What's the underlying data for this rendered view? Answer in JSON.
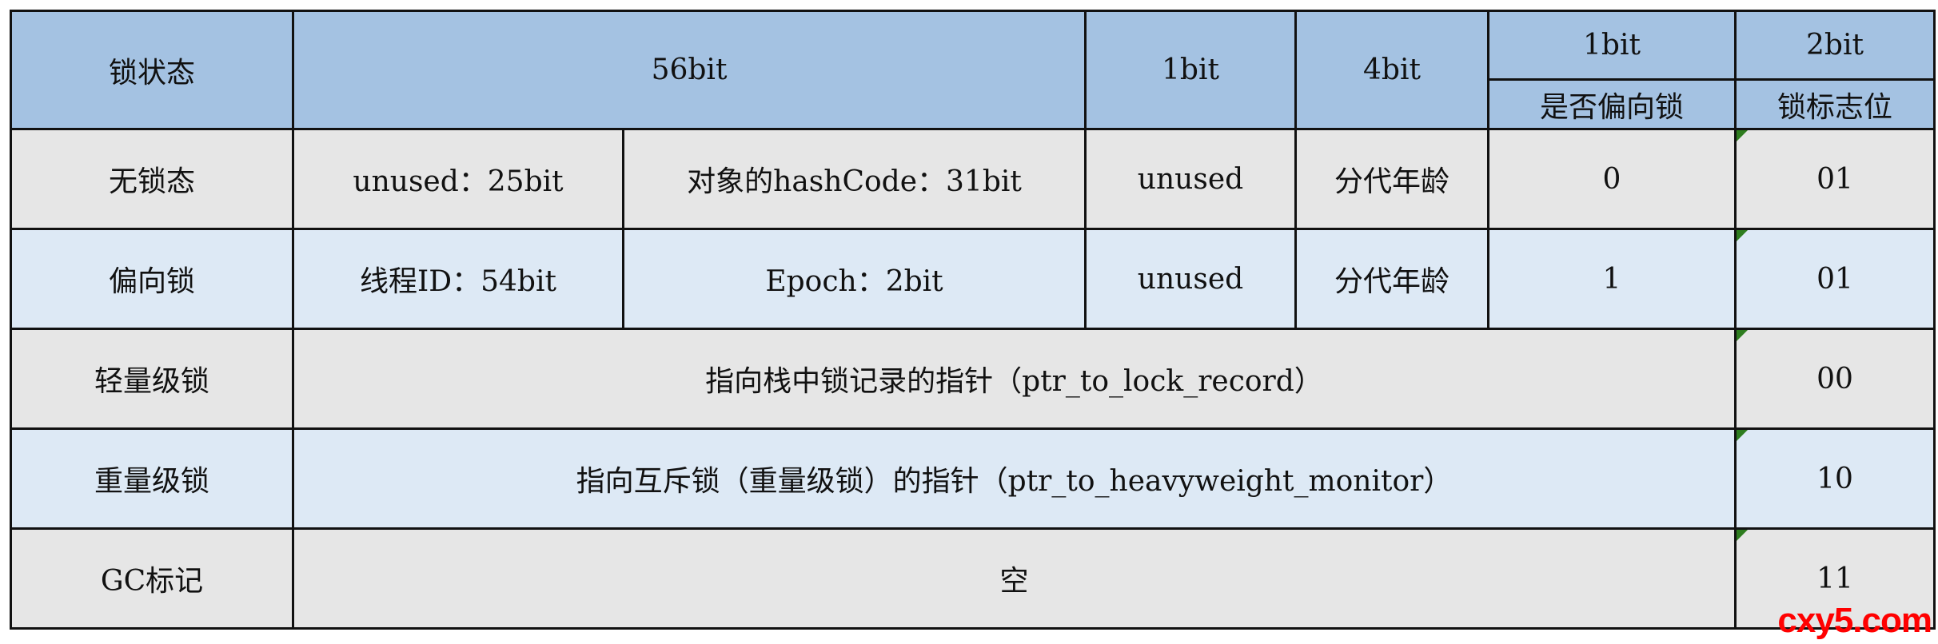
{
  "header": {
    "lock_state": "锁状态",
    "bits56": "56bit",
    "bits1a": "1bit",
    "bits4": "4bit",
    "bits1b": "1bit",
    "bits2": "2bit",
    "biased_flag": "是否偏向锁",
    "lock_flag": "锁标志位"
  },
  "rows": [
    {
      "state": "无锁态",
      "c1": "unused：25bit",
      "c2": "对象的hashCode：31bit",
      "c3": "unused",
      "c4": "分代年龄",
      "biased": "0",
      "flag": "01"
    },
    {
      "state": "偏向锁",
      "c1": "线程ID：54bit",
      "c2": "Epoch：2bit",
      "c3": "unused",
      "c4": "分代年龄",
      "biased": "1",
      "flag": "01"
    },
    {
      "state": "轻量级锁",
      "span": "指向栈中锁记录的指针（ptr_to_lock_record）",
      "flag": "00"
    },
    {
      "state": "重量级锁",
      "span": "指向互斥锁（重量级锁）的指针（ptr_to_heavyweight_monitor）",
      "flag": "10"
    },
    {
      "state": "GC标记",
      "span": "空",
      "flag": "11"
    }
  ],
  "watermark": "cxy5.com"
}
